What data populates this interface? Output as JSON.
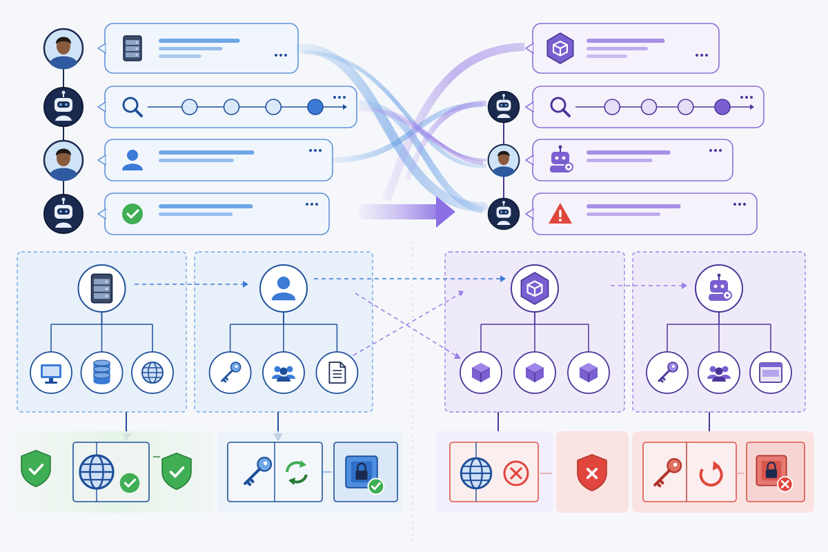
{
  "colors": {
    "blue": "#3b7bd6",
    "blue_dark": "#1e4f9a",
    "blue_line": "#6ea6e6",
    "blue_panel": "#e8f0fa",
    "purple": "#7a5fd0",
    "purple_dark": "#4a3598",
    "purple_line": "#a78fe6",
    "purple_panel": "#efeaf9",
    "green": "#3fae54",
    "green_dark": "#267a36",
    "red": "#e0463c",
    "red_panel": "#fbe7e6",
    "navy": "#1a2a4f",
    "gray_line": "#c9ced8"
  },
  "left_chat": {
    "participants": [
      {
        "role": "human",
        "icon": "person-avatar-icon"
      },
      {
        "role": "agent",
        "icon": "robot-avatar-icon"
      },
      {
        "role": "human",
        "icon": "person-avatar-icon"
      },
      {
        "role": "agent",
        "icon": "robot-avatar-icon"
      }
    ],
    "messages": [
      {
        "icon": "server-icon",
        "kind": "text"
      },
      {
        "icon": "search-icon",
        "kind": "steps",
        "steps": 4,
        "active_step": 4
      },
      {
        "icon": "user-icon",
        "kind": "text"
      },
      {
        "icon": "check-circle-icon",
        "kind": "text"
      }
    ]
  },
  "right_chat": {
    "participants": [
      {
        "role": "none",
        "icon": ""
      },
      {
        "role": "agent",
        "icon": "robot-avatar-icon"
      },
      {
        "role": "human",
        "icon": "person-avatar-icon"
      },
      {
        "role": "agent",
        "icon": "robot-avatar-icon"
      }
    ],
    "messages": [
      {
        "icon": "package-cube-icon",
        "kind": "text"
      },
      {
        "icon": "search-icon",
        "kind": "steps",
        "steps": 4,
        "active_step": 4
      },
      {
        "icon": "robot-gear-icon",
        "kind": "text"
      },
      {
        "icon": "warning-triangle-icon",
        "kind": "text"
      }
    ]
  },
  "trees": [
    {
      "root": "server-icon",
      "children": [
        "monitor-icon",
        "database-icon",
        "globe-icon"
      ],
      "theme": "blue"
    },
    {
      "root": "user-icon",
      "children": [
        "key-icon",
        "group-icon",
        "document-icon"
      ],
      "theme": "blue"
    },
    {
      "root": "package-cube-icon",
      "children": [
        "cube-icon",
        "cube-icon",
        "cube-icon"
      ],
      "theme": "purple"
    },
    {
      "root": "robot-gear-icon",
      "children": [
        "key-icon",
        "group-icon",
        "dashboard-icon"
      ],
      "theme": "purple"
    }
  ],
  "outcomes": [
    {
      "items": [
        "shield-check-icon",
        "globe-check-icon",
        "shield-check-icon"
      ],
      "status": "success"
    },
    {
      "items": [
        "key-icon",
        "rotate-arrows-icon",
        "lock-check-icon"
      ],
      "status": "success"
    },
    {
      "items": [
        "globe-icon",
        "blocked-icon",
        "shield-x-icon"
      ],
      "status": "failure"
    },
    {
      "items": [
        "key-icon",
        "rotate-arrow-icon",
        "lock-x-icon"
      ],
      "status": "failure"
    }
  ]
}
